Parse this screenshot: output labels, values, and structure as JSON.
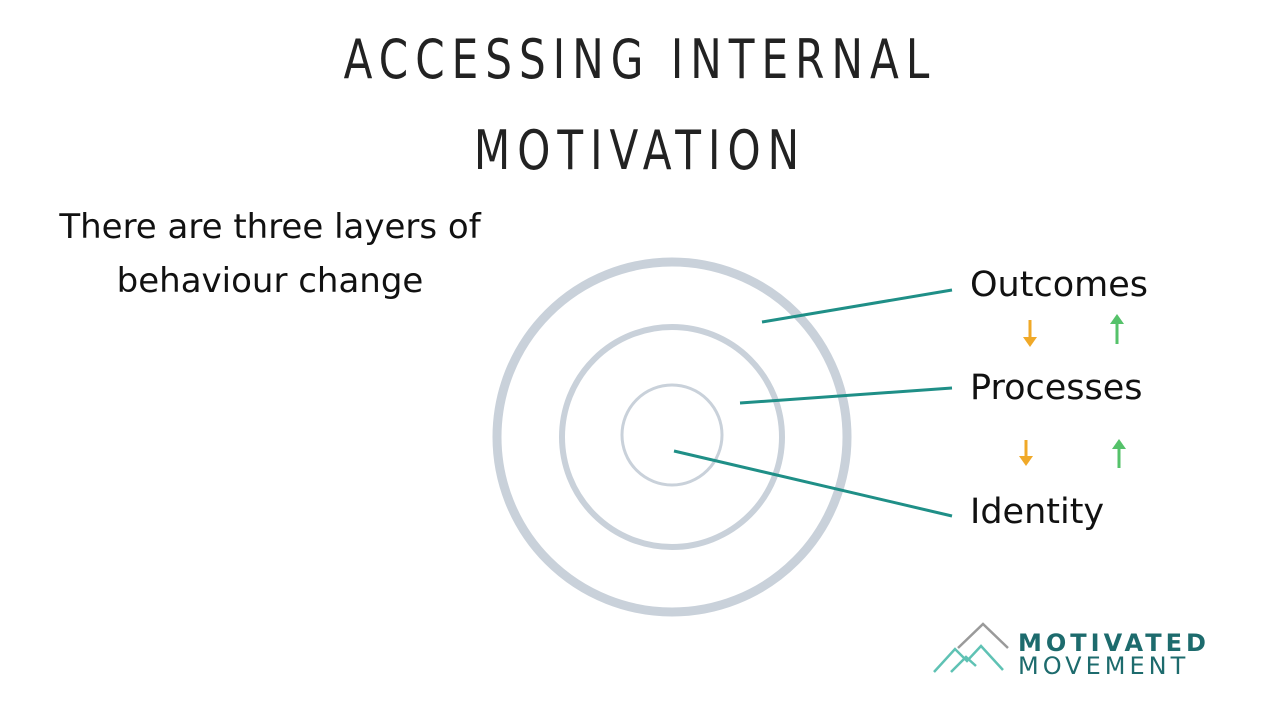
{
  "title": {
    "line1": "ACCESSING INTERNAL",
    "line2": "MOTIVATION"
  },
  "intro": {
    "line1": "There are three layers of",
    "line2": "behaviour change"
  },
  "layers": [
    {
      "label": "Outcomes"
    },
    {
      "label": "Processes"
    },
    {
      "label": "Identity"
    }
  ],
  "colors": {
    "ring": "#c9d1da",
    "connector": "#1f8f87",
    "arrow_down": "#f0a928",
    "arrow_up": "#55c26a",
    "logo_teal": "#1d6b6d",
    "logo_gray": "#9a9a9a"
  },
  "logo": {
    "line1": "MOTIVATED",
    "line2": "MOVEMENT",
    "icon": "mountain-logo-icon"
  },
  "arrows": {
    "down_icon": "arrow-down-icon",
    "up_icon": "arrow-up-icon"
  }
}
